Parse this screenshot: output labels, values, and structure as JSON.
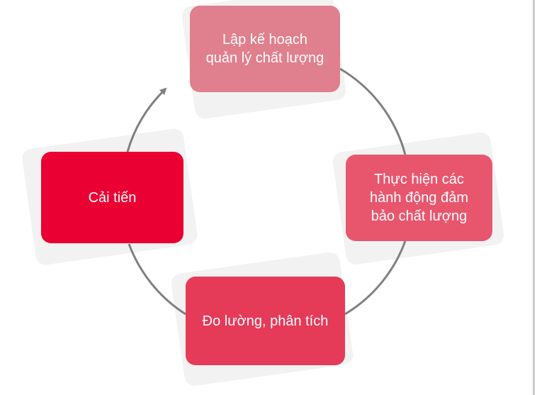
{
  "diagram": {
    "steps": [
      {
        "label": "Lập kế hoạch\nquản lý chất lượng",
        "color": "#e07f8d"
      },
      {
        "label": "Thực hiện các\nhành động đảm\nbảo chất lượng",
        "color": "#e8566e"
      },
      {
        "label": "Đo lường, phân tích",
        "color": "#e53a58"
      },
      {
        "label": "Cải tiến",
        "color": "#ea0032"
      }
    ],
    "ring_color": "#808080",
    "shadow_color": "#f2f2f2"
  }
}
